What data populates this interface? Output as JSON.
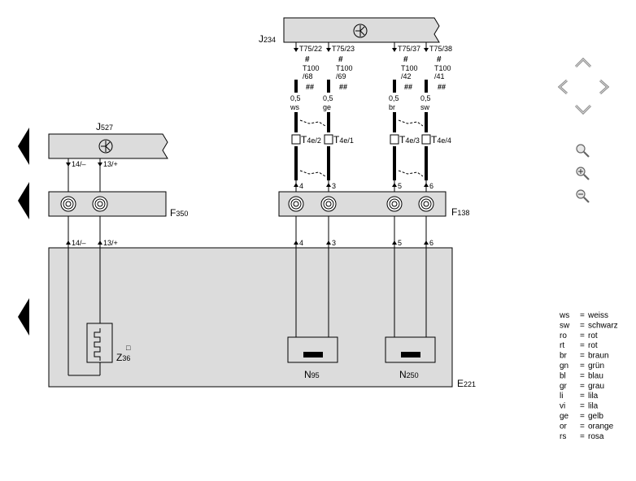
{
  "components": {
    "j234": {
      "label": "J",
      "sub": "234"
    },
    "j527": {
      "label": "J",
      "sub": "527"
    },
    "f350": {
      "label": "F",
      "sub": "350"
    },
    "f138": {
      "label": "F",
      "sub": "138"
    },
    "e221": {
      "label": "E",
      "sub": "221"
    },
    "z36": {
      "label": "Z",
      "sub": "36"
    },
    "n95": {
      "label": "N",
      "sub": "95"
    },
    "n250": {
      "label": "N",
      "sub": "250"
    }
  },
  "wires": [
    {
      "top_pin": "T75/22",
      "code": "#",
      "alt_a": "T100",
      "alt_b": "/68",
      "mark": "##",
      "size": "0,5",
      "color": "ws",
      "conn_main": "T",
      "conn_sub": "4e/2",
      "pin": "4"
    },
    {
      "top_pin": "T75/23",
      "code": "#",
      "alt_a": "T100",
      "alt_b": "/69",
      "mark": "##",
      "size": "0,5",
      "color": "ge",
      "conn_main": "T",
      "conn_sub": "4e/1",
      "pin": "3"
    },
    {
      "top_pin": "T75/37",
      "code": "#",
      "alt_a": "T100",
      "alt_b": "/42",
      "mark": "##",
      "size": "0,5",
      "color": "br",
      "conn_main": "T",
      "conn_sub": "4e/3",
      "pin": "5"
    },
    {
      "top_pin": "T75/38",
      "code": "#",
      "alt_a": "T100",
      "alt_b": "/41",
      "mark": "##",
      "size": "0,5",
      "color": "sw",
      "conn_main": "T",
      "conn_sub": "4e/4",
      "pin": "6"
    }
  ],
  "left_pins": {
    "a": "14/–",
    "b": "13/+"
  },
  "z36_mark": "□",
  "legend": [
    {
      "code": "ws",
      "name": "weiss"
    },
    {
      "code": "sw",
      "name": "schwarz"
    },
    {
      "code": "ro",
      "name": "rot"
    },
    {
      "code": "rt",
      "name": "rot"
    },
    {
      "code": "br",
      "name": "braun"
    },
    {
      "code": "gn",
      "name": "grün"
    },
    {
      "code": "bl",
      "name": "blau"
    },
    {
      "code": "gr",
      "name": "grau"
    },
    {
      "code": "li",
      "name": "lila"
    },
    {
      "code": "vi",
      "name": "lila"
    },
    {
      "code": "ge",
      "name": "gelb"
    },
    {
      "code": "or",
      "name": "orange"
    },
    {
      "code": "rs",
      "name": "rosa"
    }
  ],
  "legend_eq": "=",
  "icons": [
    "nav-up-icon",
    "nav-left-icon",
    "nav-right-icon",
    "nav-down-icon",
    "zoom-fit-icon",
    "zoom-in-icon",
    "zoom-out-icon",
    "page-back-arrow-icon"
  ],
  "colors": {
    "box_fill": "#dcdcdc",
    "line": "#000000",
    "icon_gray": "#8a8a8a"
  }
}
